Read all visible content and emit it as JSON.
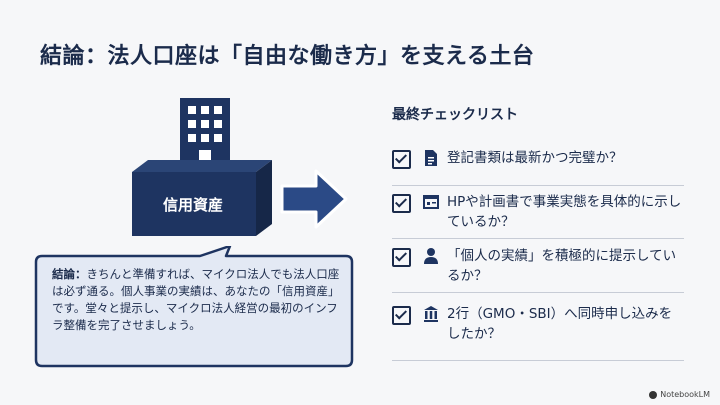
{
  "title": "結論：法人口座は「自由な働き方」を支える土台",
  "illustration": {
    "box_label": "信用資産",
    "icons": [
      "office-building-icon",
      "right-arrow-icon"
    ]
  },
  "callout": {
    "lead": "結論：",
    "body": "きちんと準備すれば、マイクロ法人でも法人口座は必ず通る。個人事業の実績は、あなたの「信用資産」です。堂々と提示し、マイクロ法人経営の最初のインフラ整備を完了させましょう。"
  },
  "checklist": {
    "heading": "最終チェックリスト",
    "items": [
      {
        "icon": "document-icon",
        "text": "登記書類は最新かつ完璧か？"
      },
      {
        "icon": "web-page-icon",
        "text": "HPや計画書で事業実態を具体的に示しているか？"
      },
      {
        "icon": "person-icon",
        "text": "「個人の実績」を積極的に提示しているか？"
      },
      {
        "icon": "bank-icon",
        "text": "2行（GMO・SBI）へ同時申し込みをしたか？"
      }
    ]
  },
  "brand": "NotebookLM",
  "colors": {
    "navy": "#1e3461",
    "box_side": "#162748",
    "arrow": "#2b4a86",
    "callout_bg": "#e3e9f4"
  }
}
